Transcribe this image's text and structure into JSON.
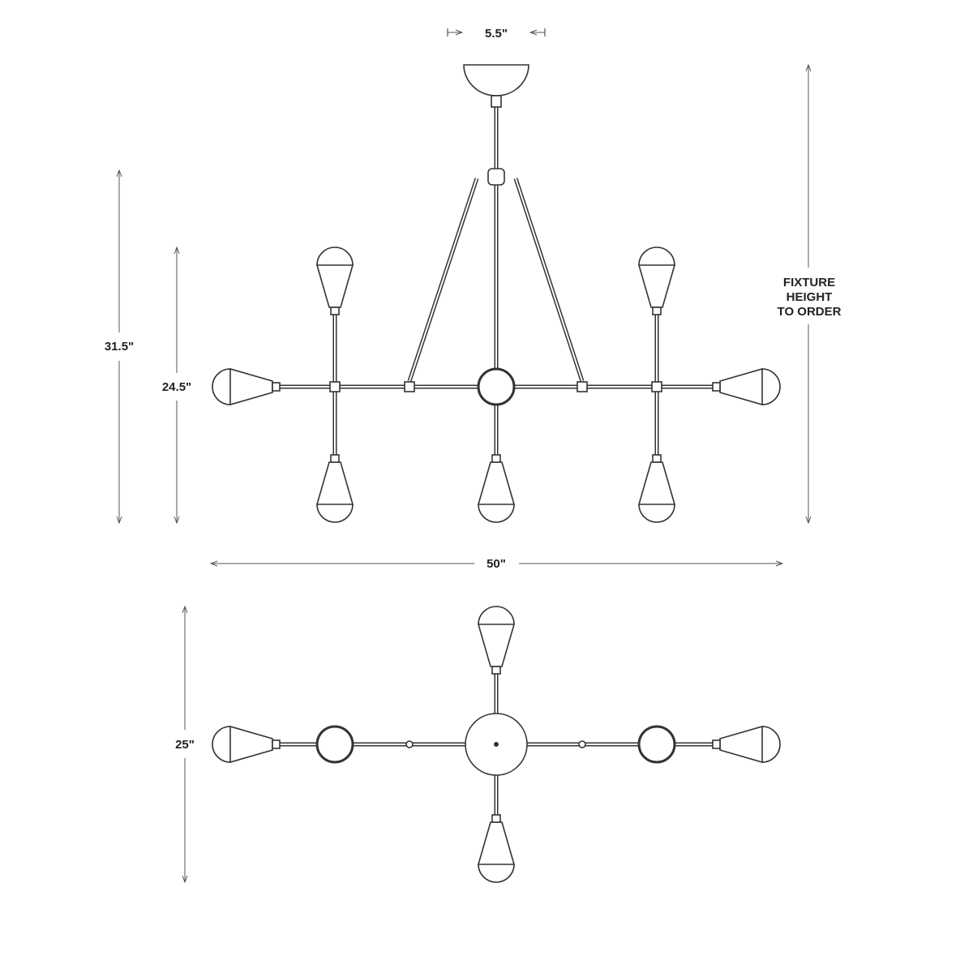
{
  "dimensions": {
    "canopy_width": "5.5\"",
    "overall_height": "31.5\"",
    "body_height": "24.5\"",
    "width": "50\"",
    "depth": "25\"",
    "fixture_height_line1": "FIXTURE",
    "fixture_height_line2": "HEIGHT",
    "fixture_height_line3": "TO ORDER"
  },
  "colors": {
    "line": "#333333",
    "background": "#ffffff"
  }
}
